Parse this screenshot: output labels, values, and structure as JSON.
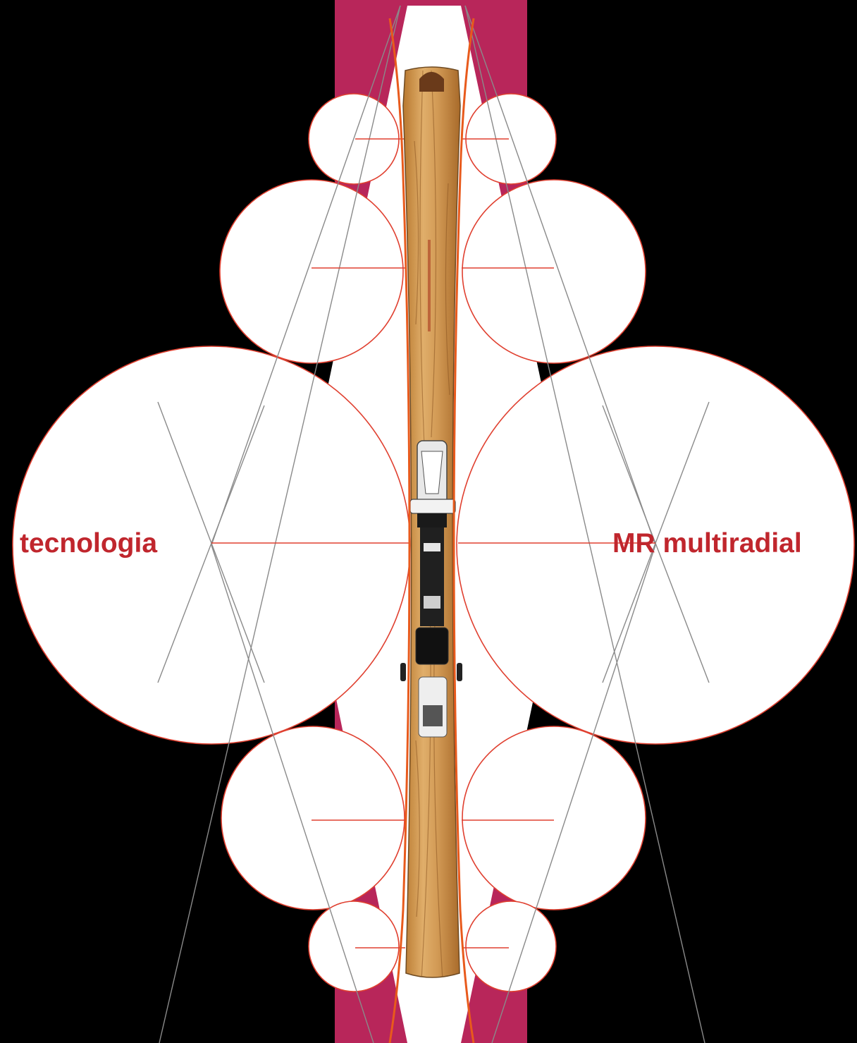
{
  "labels": {
    "left": "tecnologia",
    "right": "MR multiradial"
  },
  "colors": {
    "background": "#000000",
    "accent_band": "#b8265a",
    "circle_fill": "#ffffff",
    "circle_stroke": "#e04030",
    "sidecut_line": "#e85a1c",
    "construction_line": "#8a8a8a",
    "label_text": "#c0262d",
    "wood_light": "#d9a466",
    "wood_dark": "#a8682c"
  },
  "icons": {
    "ski": "wooden-ski-with-binding"
  }
}
